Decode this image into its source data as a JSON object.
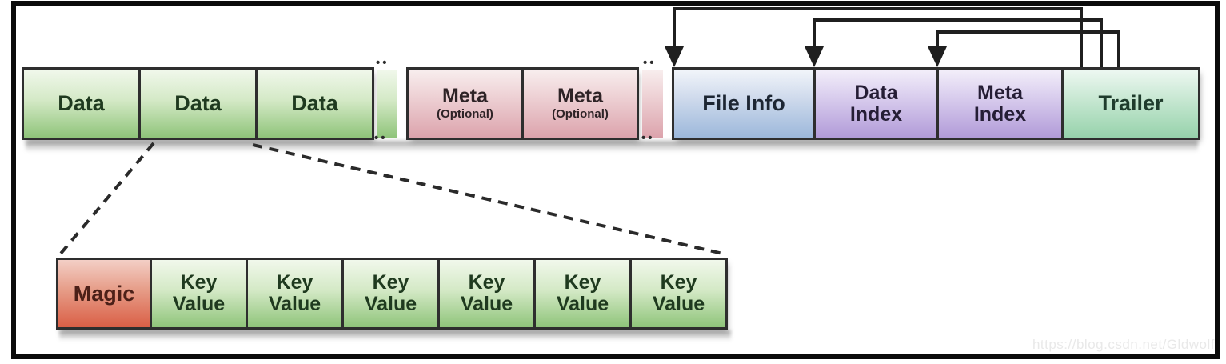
{
  "top_row": {
    "data_blocks": [
      "Data",
      "Data",
      "Data"
    ],
    "ellipsis_dots": "••",
    "meta_blocks": [
      {
        "title": "Meta",
        "subtitle": "(Optional)"
      },
      {
        "title": "Meta",
        "subtitle": "(Optional)"
      }
    ],
    "file_info": "File Info",
    "data_index": {
      "line1": "Data",
      "line2": "Index"
    },
    "meta_index": {
      "line1": "Meta",
      "line2": "Index"
    },
    "trailer": "Trailer"
  },
  "expanded_row": {
    "magic": "Magic",
    "key_values": [
      {
        "line1": "Key",
        "line2": "Value"
      },
      {
        "line1": "Key",
        "line2": "Value"
      },
      {
        "line1": "Key",
        "line2": "Value"
      },
      {
        "line1": "Key",
        "line2": "Value"
      },
      {
        "line1": "Key",
        "line2": "Value"
      },
      {
        "line1": "Key",
        "line2": "Value"
      }
    ]
  },
  "watermark": "https://blog.csdn.net/Gldwolf",
  "colors": {
    "data_block_green": "#8fc47a",
    "meta_block_pink": "#dca3ac",
    "file_info_blue": "#9cb8db",
    "index_purple": "#b19bd8",
    "trailer_mint": "#96d2ab",
    "magic_red": "#da5f46",
    "block_border": "#2e2e2e",
    "arrow_line": "#1f1f1f"
  }
}
